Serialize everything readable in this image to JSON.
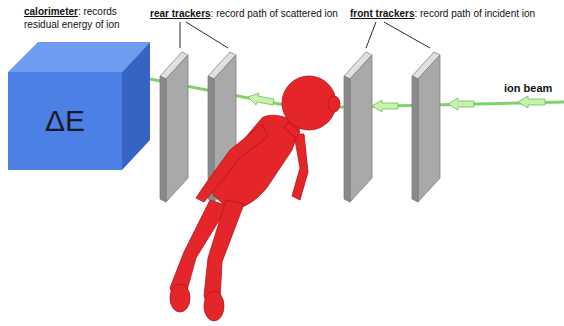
{
  "diagram": {
    "nodes": [
      {
        "text": [
          "ΔE"
        ]
      }
    ],
    "labels": [
      "calorimeter",
      ": records residual energy of ion",
      "rear trackers",
      ": record path of scattered ion",
      "front trackers",
      ": record path of incident ion",
      "ion beam"
    ]
  }
}
